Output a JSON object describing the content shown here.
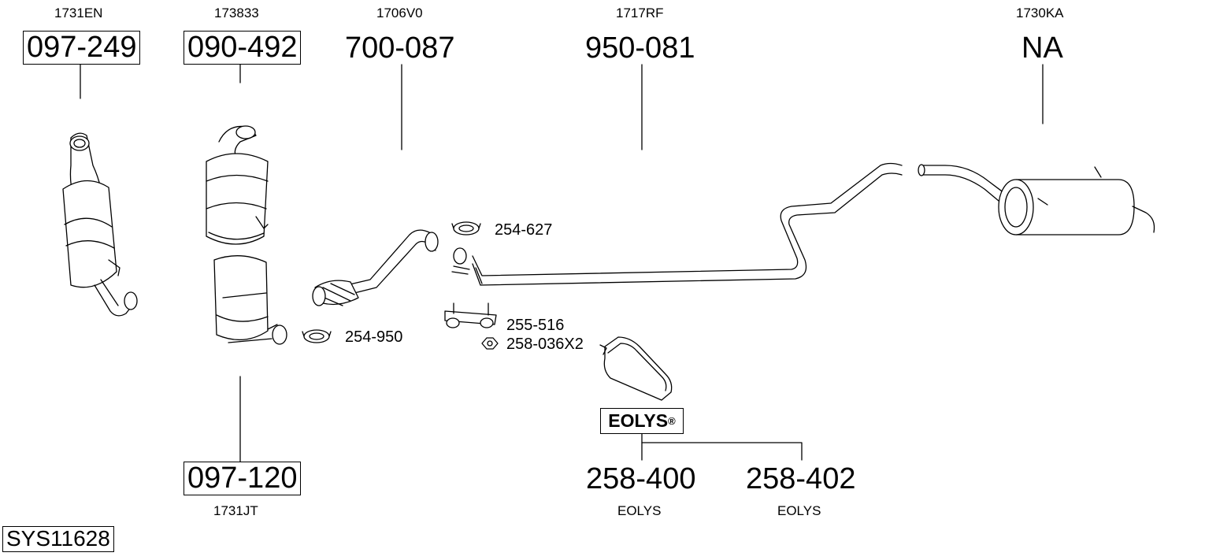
{
  "diagram": {
    "system_code": "SYS11628",
    "eolys_badge": {
      "text": "EOLYS",
      "mark": "®"
    },
    "parts": [
      {
        "oe": "1731EN",
        "part_number": "097-249",
        "boxed": true
      },
      {
        "oe": "173833",
        "part_number": "090-492",
        "boxed": true
      },
      {
        "oe": "1706V0",
        "part_number": "700-087",
        "boxed": false
      },
      {
        "oe": "1717RF",
        "part_number": "950-081",
        "boxed": false
      },
      {
        "oe": "1730KA",
        "part_number": "NA",
        "boxed": false
      },
      {
        "oe": "1731JT",
        "part_number": "097-120",
        "boxed": true
      },
      {
        "oe": "EOLYS",
        "part_number": "258-400",
        "boxed": false
      },
      {
        "oe": "EOLYS",
        "part_number": "258-402",
        "boxed": false
      }
    ],
    "accessories": [
      "254-627",
      "254-950",
      "255-516",
      "258-036X2"
    ]
  }
}
